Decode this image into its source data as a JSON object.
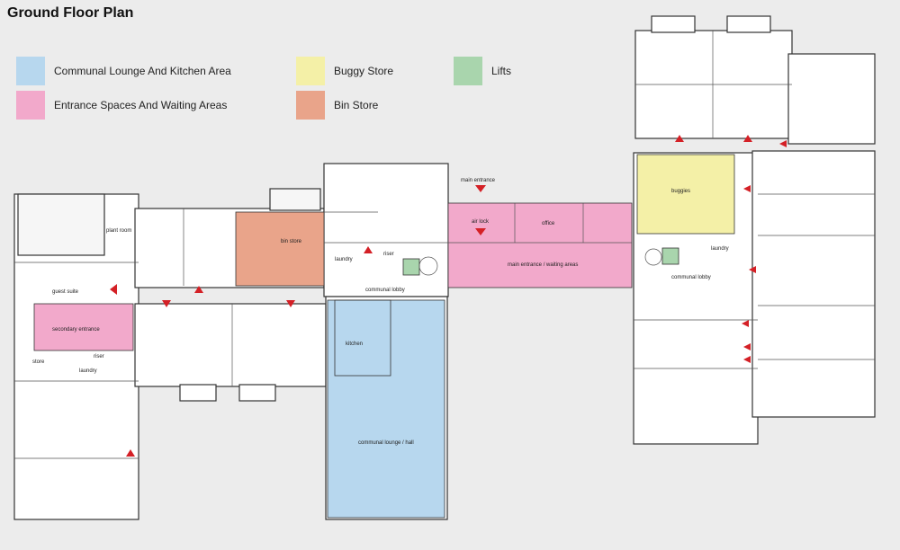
{
  "title": "Ground Floor Plan",
  "colors": {
    "communal": "#b7d7ee",
    "entrance": "#f2a9cb",
    "buggy": "#f4f0a7",
    "bin": "#e9a48a",
    "lifts": "#a9d5ad",
    "arrow": "#d42026",
    "wall": "#333333",
    "background": "#ececec"
  },
  "legend": [
    {
      "label": "Communal Lounge And Kitchen Area",
      "color": "#b7d7ee"
    },
    {
      "label": "Entrance Spaces And Waiting Areas",
      "color": "#f2a9cb"
    },
    {
      "label": "Buggy Store",
      "color": "#f4f0a7"
    },
    {
      "label": "Bin Store",
      "color": "#e9a48a"
    },
    {
      "label": "Lifts",
      "color": "#a9d5ad"
    }
  ],
  "rooms": {
    "plant_room": "plant room",
    "guest_suite": "guest suite",
    "secondary_entrance": "secondary entrance",
    "store": "store",
    "riser_left": "riser",
    "laundry_left": "laundry",
    "bin_store": "bin store",
    "laundry_mid": "laundry",
    "riser_mid": "riser",
    "communal_lobby_mid": "communal lobby",
    "kitchen": "kitchen",
    "communal_lounge": "communal lounge / hall",
    "main_entrance_label": "main entrance",
    "air_lock": "air lock",
    "office": "office",
    "main_entrance_waiting": "main entrance / waiting areas",
    "buggies": "buggies",
    "laundry_right": "laundry",
    "communal_lobby_right": "communal lobby"
  }
}
